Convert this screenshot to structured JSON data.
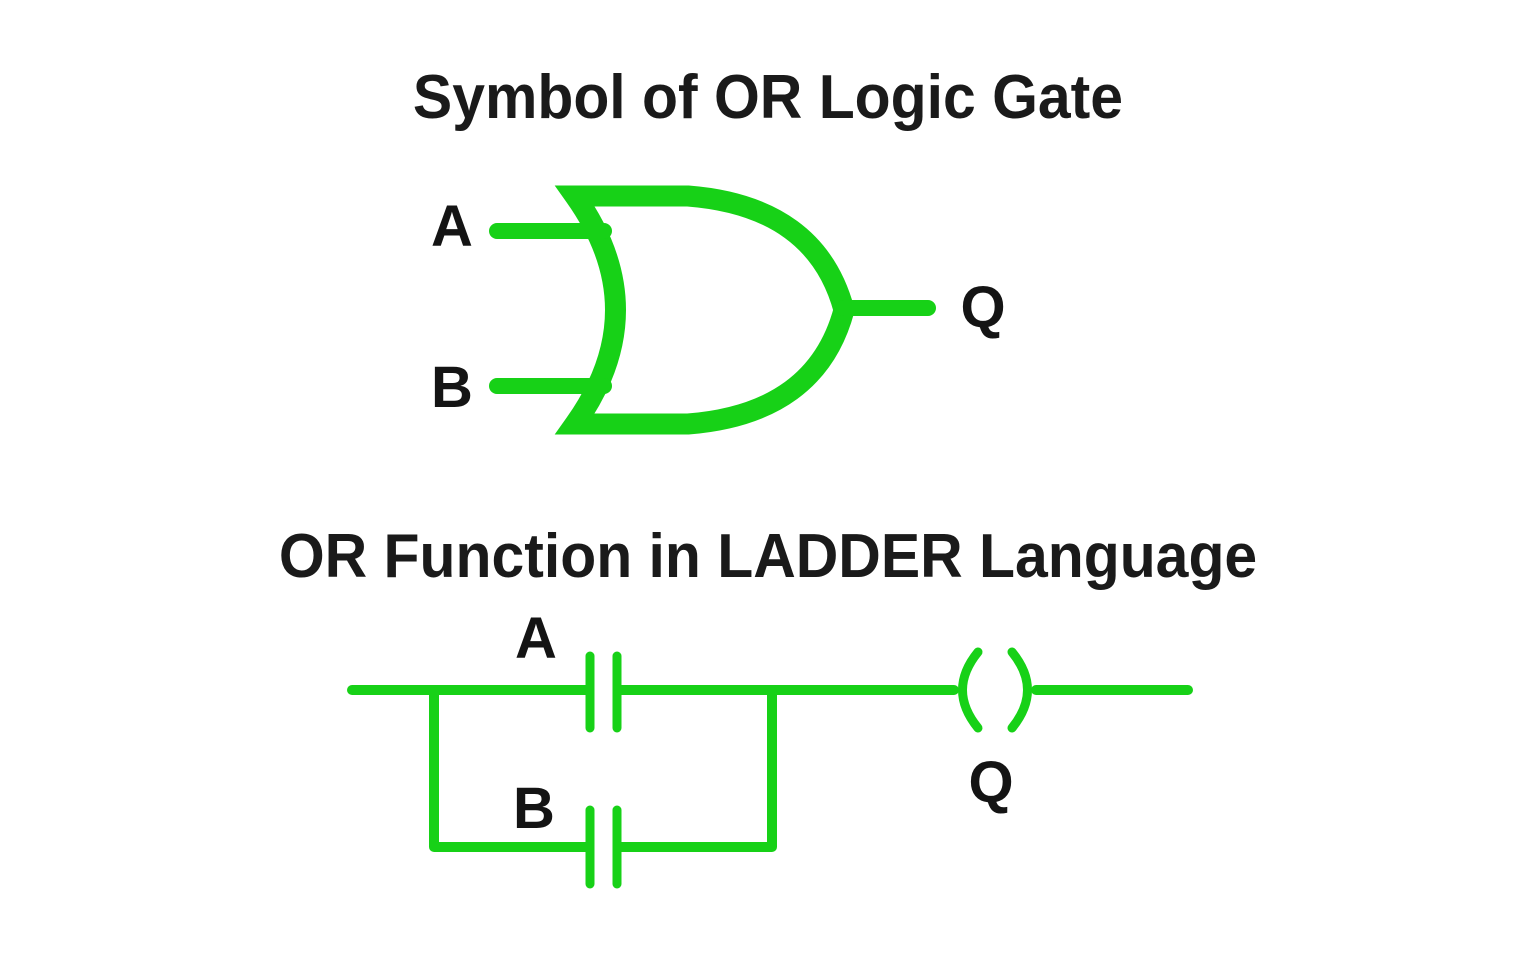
{
  "colors": {
    "background": "#ffffff",
    "wire": "#17d117",
    "title": "#1a1a1a",
    "label": "#141414"
  },
  "gate_section": {
    "title": "Symbol of OR Logic Gate",
    "gate_type": "OR",
    "inputs": [
      "A",
      "B"
    ],
    "output": "Q"
  },
  "ladder_section": {
    "title": "OR Function in LADDER Language",
    "contacts": [
      "A",
      "B"
    ],
    "coil": "Q"
  }
}
